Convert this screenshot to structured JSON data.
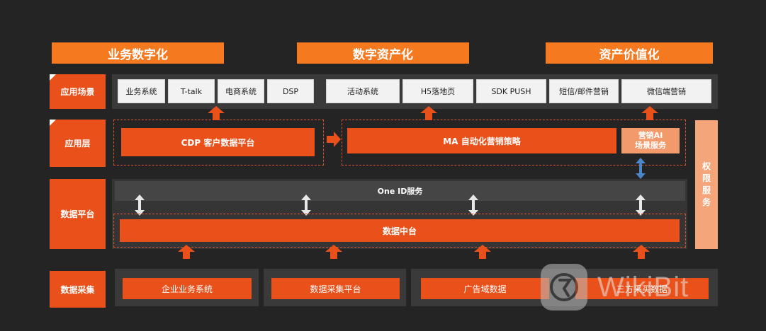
{
  "banners": [
    "业务数字化",
    "数字资产化",
    "资产价值化"
  ],
  "row_labels": {
    "scene": "应用场景",
    "app": "应用层",
    "platform": "数据平台",
    "collect": "数据采集"
  },
  "scenes": [
    "业务系统",
    "T-talk",
    "电商系统",
    "DSP",
    "活动系统",
    "H5落地页",
    "SDK PUSH",
    "短信/邮件营销",
    "微信端营销"
  ],
  "app_layer": {
    "cdp": "CDP 客户数据平台",
    "ma": "MA 自动化营销策略",
    "ai_line1": "营销AI",
    "ai_line2": "场景服务"
  },
  "platform": {
    "oneid": "One ID服务",
    "middle": "数据中台"
  },
  "permission": [
    "权",
    "限",
    "服",
    "务"
  ],
  "collect": [
    "企业业务系统",
    "数据采集平台",
    "广告域数据",
    "三方采买数据"
  ],
  "watermark": "WikiBit",
  "colors": {
    "banner": "#f57a1f",
    "primary": "#e9501a",
    "arrow_up": "#e9501a",
    "arrow_double": "#e8e8e8",
    "arrow_blue": "#4a86c8"
  }
}
